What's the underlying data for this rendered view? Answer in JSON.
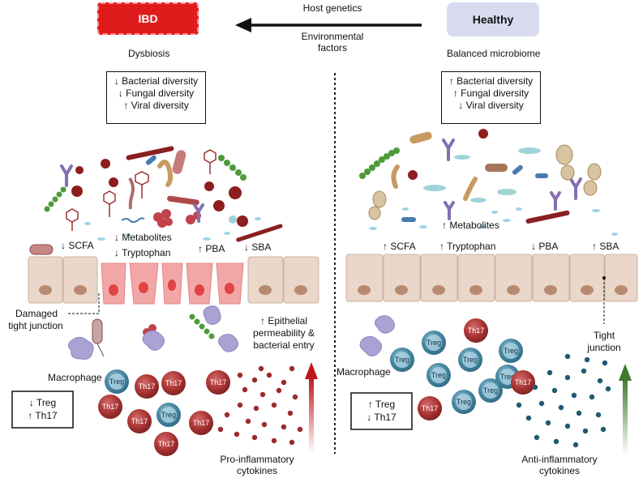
{
  "header": {
    "ibd_label": "IBD",
    "healthy_label": "Healthy",
    "arrow_label_1": "Host genetics",
    "arrow_label_2": "Environmental",
    "arrow_label_3": "factors"
  },
  "ibd": {
    "state": "Dysbiosis",
    "diversity": [
      "↓ Bacterial diversity",
      "↓ Fungal diversity",
      "↑ Viral diversity"
    ],
    "scfa": "↓ SCFA",
    "metabolites": "↓ Metabolites",
    "tryptophan": "↓ Tryptophan",
    "pba": "↑ PBA",
    "sba": "↓ SBA",
    "damaged_1": "Damaged",
    "damaged_2": "tight junction",
    "permeability_1": "↑ Epithelial",
    "permeability_2": "permeability &",
    "permeability_3": "bacterial entry",
    "macrophage": "Macrophage",
    "treg_th17": [
      "↓ Treg",
      "↑ Th17"
    ],
    "cytokines_1": "Pro-inflammatory",
    "cytokines_2": "cytokines"
  },
  "healthy": {
    "state": "Balanced microbiome",
    "diversity": [
      "↑ Bacterial diversity",
      "↑ Fungal diversity",
      "↓ Viral diversity"
    ],
    "metabolites": "↑ Metabolites",
    "scfa": "↑ SCFA",
    "tryptophan": "↑ Tryptophan",
    "pba": "↓ PBA",
    "sba": "↑ SBA",
    "junction_1": "Tight",
    "junction_2": "junction",
    "macrophage": "Macrophage",
    "treg_th17": [
      "↑ Treg",
      "↓ Th17"
    ],
    "cytokines_1": "Anti-inflammatory",
    "cytokines_2": "cytokines"
  },
  "cells": {
    "treg": "Treg",
    "th17": "Th17"
  },
  "colors": {
    "ibd_red": "#e01b1b",
    "healthy_lavender": "#d8dbf0",
    "treg_blue": "#4a8aa4",
    "th17_red": "#a83232",
    "cytokine_pro": "#9b2a2a",
    "cytokine_anti": "#1f5a73",
    "arrow_pro": "#c0151b",
    "arrow_anti": "#3f7a2c"
  }
}
